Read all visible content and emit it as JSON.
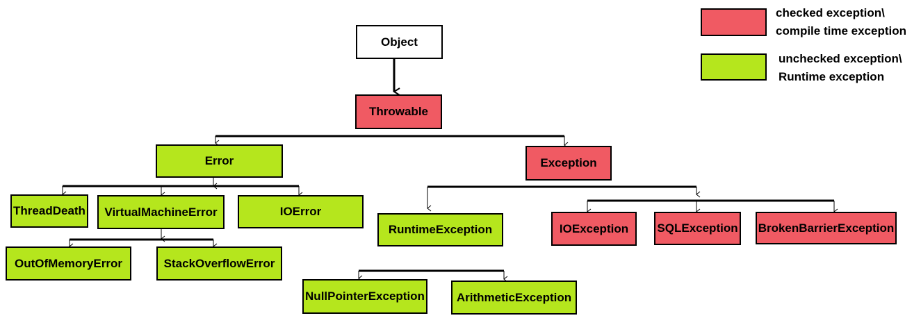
{
  "colors": {
    "checked": "#f05a63",
    "unchecked": "#b5e61d",
    "plain": "#ffffff",
    "line": "#000000"
  },
  "legend": {
    "checked": {
      "line1": "checked exception\\",
      "line2": "compile time exception"
    },
    "unchecked": {
      "line1": "unchecked exception\\",
      "line2": "Runtime exception"
    }
  },
  "nodes": {
    "object": {
      "label": "Object",
      "kind": "plain"
    },
    "throwable": {
      "label": "Throwable",
      "kind": "checked"
    },
    "error": {
      "label": "Error",
      "kind": "unchecked"
    },
    "exception": {
      "label": "Exception",
      "kind": "checked"
    },
    "thread_death": {
      "label": "ThreadDeath",
      "kind": "unchecked"
    },
    "virtual_machine_error": {
      "label": "VirtualMachineError",
      "kind": "unchecked"
    },
    "io_error": {
      "label": "IOError",
      "kind": "unchecked"
    },
    "out_of_memory_error": {
      "label": "OutOfMemoryError",
      "kind": "unchecked"
    },
    "stack_overflow_error": {
      "label": "StackOverflowError",
      "kind": "unchecked"
    },
    "runtime_exception": {
      "label": "RuntimeException",
      "kind": "unchecked"
    },
    "io_exception": {
      "label": "IOException",
      "kind": "checked"
    },
    "sql_exception": {
      "label": "SQLException",
      "kind": "checked"
    },
    "broken_barrier_exception": {
      "label": "BrokenBarrierException",
      "kind": "checked"
    },
    "null_pointer_exception": {
      "label": "NullPointerException",
      "kind": "unchecked"
    },
    "arithmetic_exception": {
      "label": "ArithmeticException",
      "kind": "unchecked"
    }
  },
  "edges": [
    [
      "object",
      "throwable"
    ],
    [
      "throwable",
      "error"
    ],
    [
      "throwable",
      "exception"
    ],
    [
      "error",
      "thread_death"
    ],
    [
      "error",
      "virtual_machine_error"
    ],
    [
      "error",
      "io_error"
    ],
    [
      "virtual_machine_error",
      "out_of_memory_error"
    ],
    [
      "virtual_machine_error",
      "stack_overflow_error"
    ],
    [
      "exception",
      "runtime_exception"
    ],
    [
      "exception",
      "io_exception"
    ],
    [
      "exception",
      "sql_exception"
    ],
    [
      "exception",
      "broken_barrier_exception"
    ],
    [
      "runtime_exception",
      "null_pointer_exception"
    ],
    [
      "runtime_exception",
      "arithmetic_exception"
    ]
  ]
}
